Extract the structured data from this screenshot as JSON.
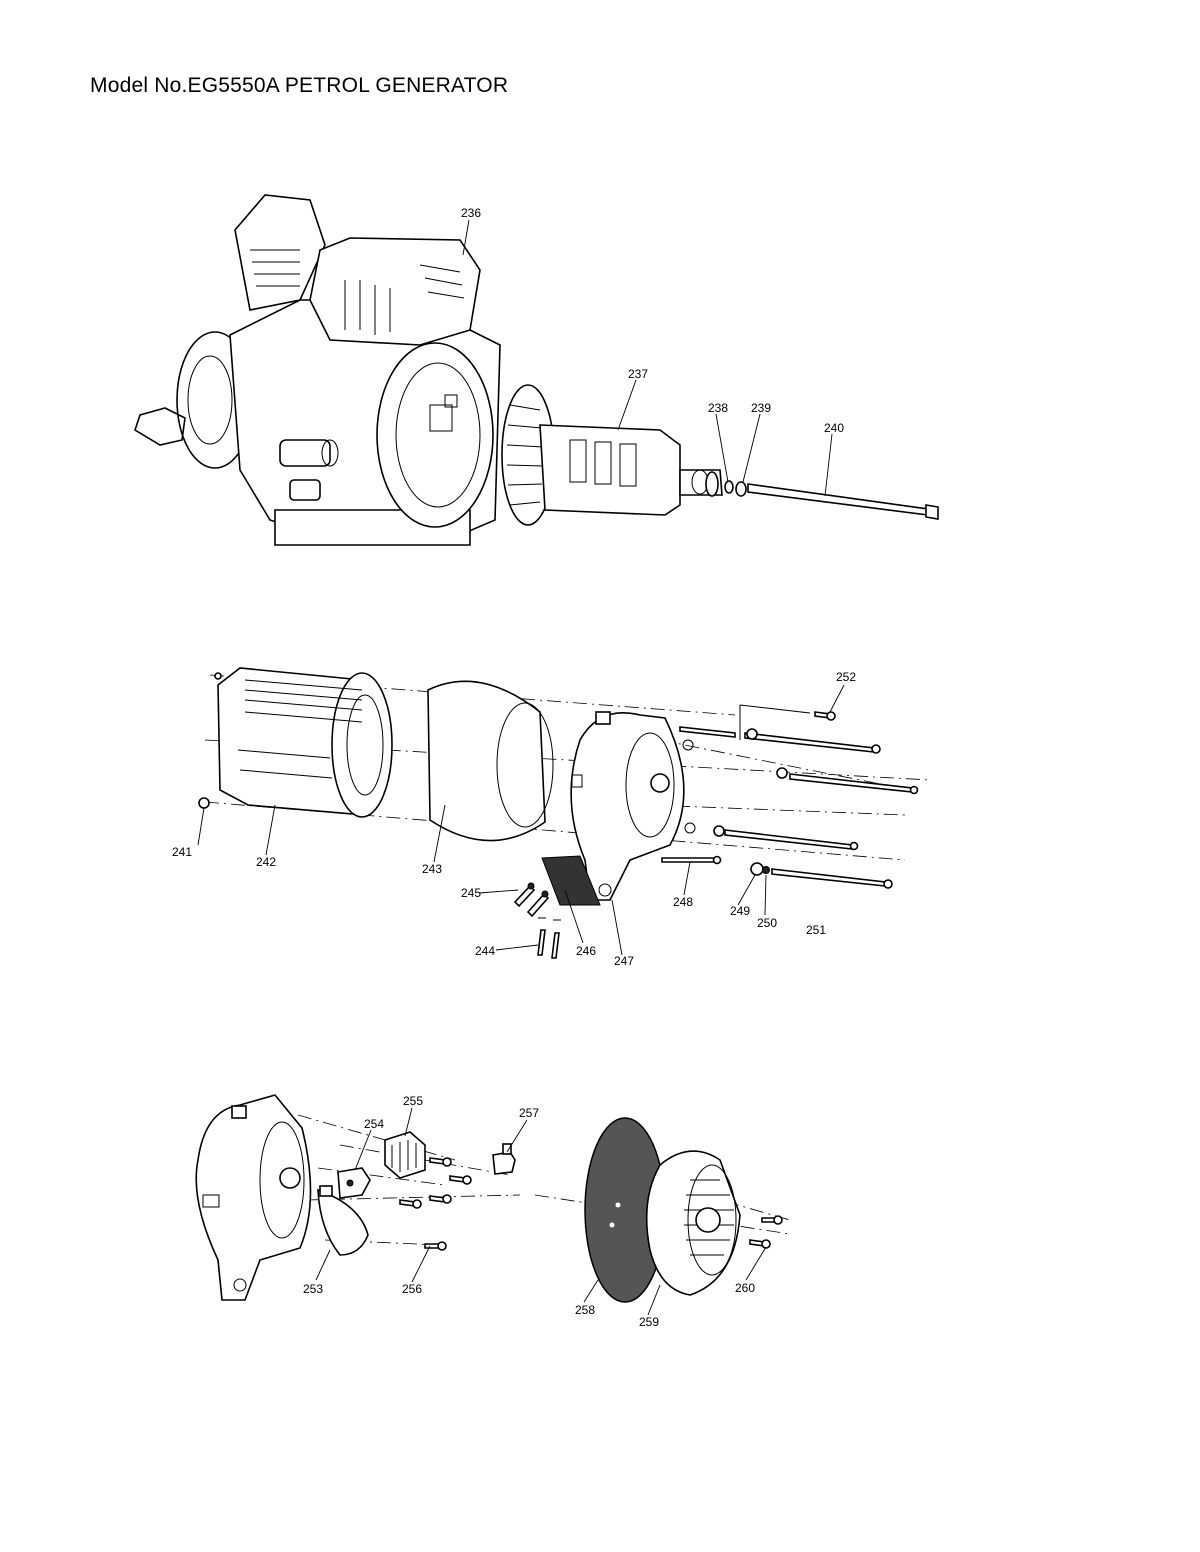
{
  "page": {
    "title": "Model No.EG5550A PETROL GENERATOR"
  },
  "parts": [
    {
      "id": "p236",
      "number": "236"
    },
    {
      "id": "p237",
      "number": "237"
    },
    {
      "id": "p238",
      "number": "238"
    },
    {
      "id": "p239",
      "number": "239"
    },
    {
      "id": "p240",
      "number": "240"
    },
    {
      "id": "p241",
      "number": "241"
    },
    {
      "id": "p242",
      "number": "242"
    },
    {
      "id": "p243",
      "number": "243"
    },
    {
      "id": "p244",
      "number": "244"
    },
    {
      "id": "p245",
      "number": "245"
    },
    {
      "id": "p246",
      "number": "246"
    },
    {
      "id": "p247",
      "number": "247"
    },
    {
      "id": "p248",
      "number": "248"
    },
    {
      "id": "p249",
      "number": "249"
    },
    {
      "id": "p250",
      "number": "250"
    },
    {
      "id": "p251",
      "number": "251"
    },
    {
      "id": "p252",
      "number": "252"
    },
    {
      "id": "p253",
      "number": "253"
    },
    {
      "id": "p254",
      "number": "254"
    },
    {
      "id": "p255",
      "number": "255"
    },
    {
      "id": "p256",
      "number": "256"
    },
    {
      "id": "p257",
      "number": "257"
    },
    {
      "id": "p258",
      "number": "258"
    },
    {
      "id": "p259",
      "number": "259"
    },
    {
      "id": "p260",
      "number": "260"
    }
  ]
}
